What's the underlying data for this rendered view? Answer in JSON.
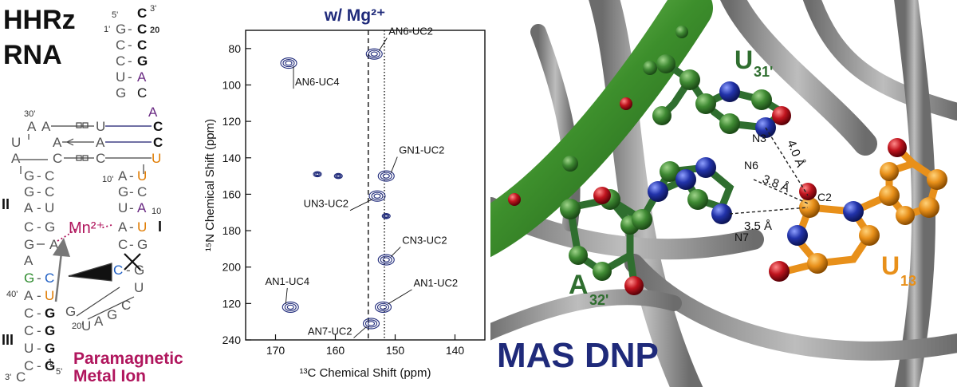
{
  "structure": {
    "title_line1": "HHRz",
    "title_line2": "RNA",
    "metal_label": "Mn²⁺",
    "caption_line1": "Paramagnetic",
    "caption_line2": "Metal Ion",
    "helix_labels": [
      "II",
      "I",
      "III"
    ],
    "position_labels": [
      "5'",
      "3'",
      "1'",
      "20",
      "30'",
      "10'",
      "10",
      "40'",
      "20'",
      "1",
      "5'",
      "3'"
    ],
    "colors": {
      "purple": "#6a2b83",
      "orange": "#e07b00",
      "green": "#2e8b2e",
      "blue": "#1f5fc4",
      "magenta": "#b0165d",
      "gray": "#555555"
    }
  },
  "chart_data": {
    "type": "scatter",
    "title": "w/ Mg²⁺",
    "xlabel": "¹³C Chemical Shift (ppm)",
    "ylabel": "¹⁵N Chemical Shift (ppm)",
    "xlim": [
      175,
      135
    ],
    "ylim": [
      70,
      240
    ],
    "xticks": [
      "170",
      "160",
      "150",
      "140"
    ],
    "yticks": [
      "80",
      "100",
      "120",
      "140",
      "160",
      "180",
      "200",
      "120",
      "240"
    ],
    "peaks": [
      {
        "label": "AN6-UC2",
        "x": 153.5,
        "y": 83
      },
      {
        "label": "AN6-UC4",
        "x": 167.8,
        "y": 88
      },
      {
        "label": "GN1-UC2",
        "x": 151.5,
        "y": 150
      },
      {
        "label": "UN3-UC2",
        "x": 153.0,
        "y": 161
      },
      {
        "label": "CN3-UC2",
        "x": 151.5,
        "y": 196
      },
      {
        "label": "AN1-UC4",
        "x": 167.5,
        "y": 222
      },
      {
        "label": "AN1-UC2",
        "x": 152.0,
        "y": 222
      },
      {
        "label": "AN7-UC2",
        "x": 154.0,
        "y": 231
      },
      {
        "label": "",
        "x": 159.5,
        "y": 150
      },
      {
        "label": "",
        "x": 163.0,
        "y": 149
      },
      {
        "label": "",
        "x": 151.5,
        "y": 172
      }
    ],
    "dashed_line_x": 154.5,
    "dotted_line_x": 151.8
  },
  "model": {
    "title": "MAS DNP",
    "residues": [
      {
        "label": "U",
        "sub": "31'"
      },
      {
        "label": "A",
        "sub": "32'"
      },
      {
        "label": "U",
        "sub": "13"
      }
    ],
    "atoms": [
      "N3",
      "N6",
      "C2",
      "N7"
    ],
    "distances": [
      "4.0 Å",
      "3.8 Å",
      "3.5 Å"
    ],
    "colors": {
      "green": "#2f6e2f",
      "orange": "#e8901a",
      "navy": "#1f2a7a",
      "red": "#c0141e",
      "blue": "#2233aa"
    }
  }
}
